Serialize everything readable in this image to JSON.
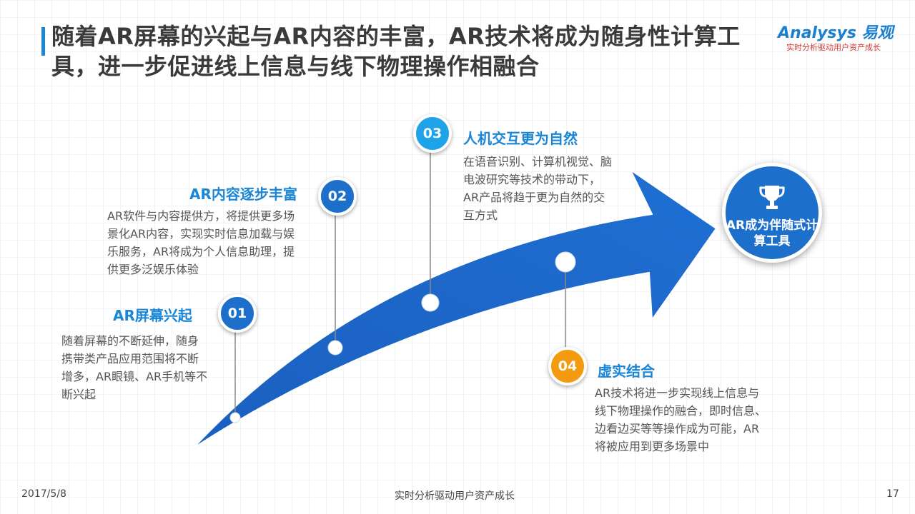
{
  "title": "随着AR屏幕的兴起与AR内容的丰富，AR技术将成为随身性计算工具，进一步促进线上信息与线下物理操作相融合",
  "logo": {
    "brand": "Analysys 易观",
    "tagline": "实时分析驱动用户资产成长"
  },
  "stages": [
    {
      "num": "01",
      "title": "AR屏幕兴起",
      "text": "随着屏幕的不断延伸，随身携带类产品应用范围将不断增多，AR眼镜、AR手机等不断兴起"
    },
    {
      "num": "02",
      "title": "AR内容逐步丰富",
      "text": "AR软件与内容提供方，将提供更多场景化AR内容，实现实时信息加载与娱乐服务，AR将成为个人信息助理，提供更多泛娱乐体验"
    },
    {
      "num": "03",
      "title": "人机交互更为自然",
      "text": "在语音识别、计算机视觉、脑电波研究等技术的带动下，AR产品将趋于更为自然的交互方式"
    },
    {
      "num": "04",
      "title": "虚实结合",
      "text": "AR技术将进一步实现线上信息与线下物理操作的融合，即时信息、边看边买等等操作成为可能，AR将被应用到更多场景中"
    }
  ],
  "goal": {
    "icon": "trophy-icon",
    "label": "AR成为伴随式计算工具"
  },
  "footer": {
    "date": "2017/5/8",
    "center": "实时分析驱动用户资产成长",
    "page": "17"
  },
  "colors": {
    "accent": "#1a86d8",
    "arrow": "#1c6fca",
    "orange": "#f39a10",
    "light_blue": "#1fa3e8"
  }
}
